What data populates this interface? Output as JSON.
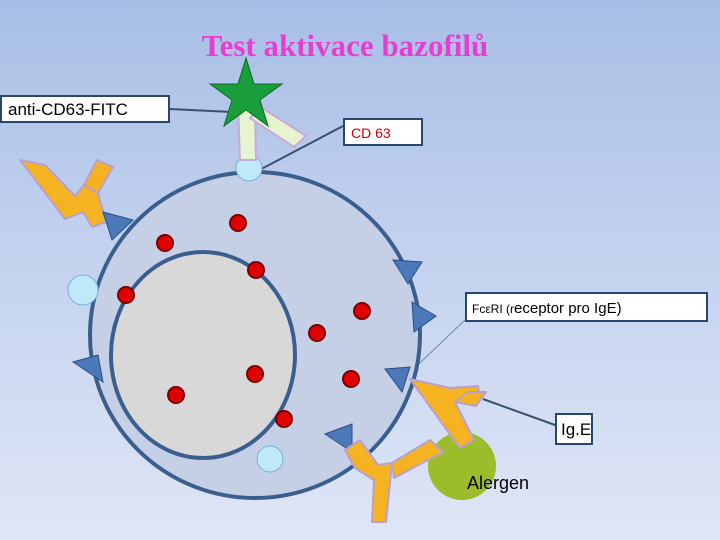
{
  "title": "Test aktivace bazofilů",
  "labels": {
    "anti_cd63_fitc": "anti-CD63-FITC",
    "cd63": "CD 63",
    "fce_receptor_prefix": "FcεRI (r",
    "fce_receptor_suffix": "eceptor pro IgE)",
    "ige": "Ig.E",
    "alergen": "Alergen"
  },
  "colors": {
    "title": "#e83ed0",
    "cd63_text": "#d00000",
    "cell_fill": "#c5d0e6",
    "cell_border": "#3a5f8f",
    "nucleus_fill": "#d8d8d8",
    "granule": "#e00000",
    "receptor": "#4a78b8",
    "ige_antibody": "#f5b321",
    "antibody_light": "#e6f5cf",
    "fitc_star": "#1a9e3c",
    "alergen": "#9cbc2c",
    "cd63_vesicle": "#bfe9f8"
  }
}
